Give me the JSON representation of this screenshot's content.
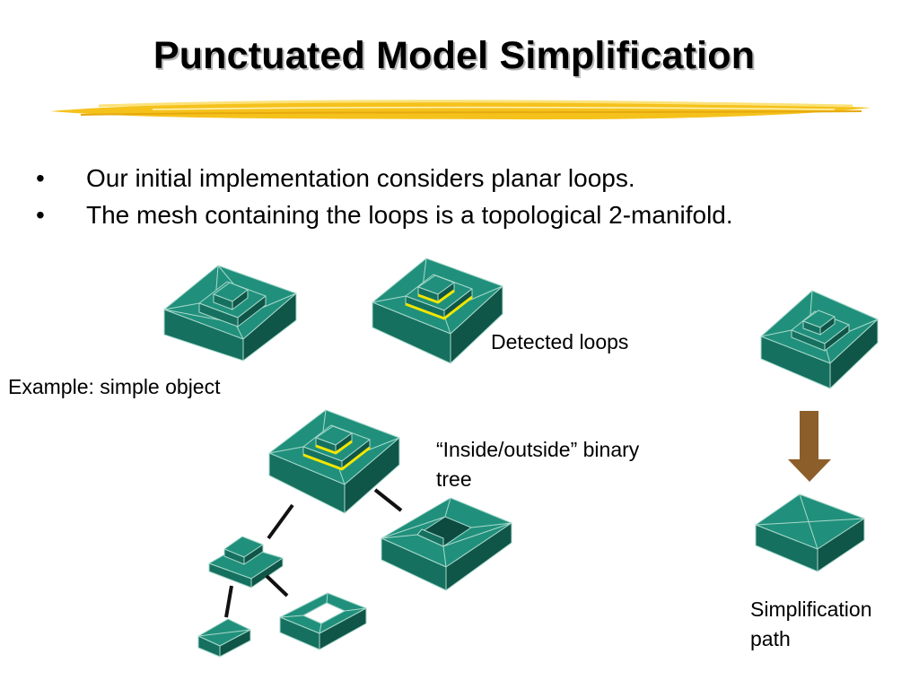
{
  "slide": {
    "title": "Punctuated Model Simplification",
    "bullets": [
      {
        "marker": "•",
        "text": "Our initial implementation considers planar loops."
      },
      {
        "marker": "•",
        "text": "The mesh containing the loops is a topological 2-manifold."
      }
    ]
  },
  "captions": {
    "example": "Example: simple object",
    "detected": "Detected loops",
    "tree_line1": "“Inside/outside” binary",
    "tree_line2": "tree",
    "simp_line1": "Simplification",
    "simp_line2": "path"
  },
  "colors": {
    "mesh_top": "#20907c",
    "mesh_side": "#15705f",
    "mesh_dark": "#0f5548",
    "edge": "#a9d9cc",
    "loop": "#f2e600",
    "arrow": "#8c5e2a",
    "brush": "#f5c21c"
  }
}
